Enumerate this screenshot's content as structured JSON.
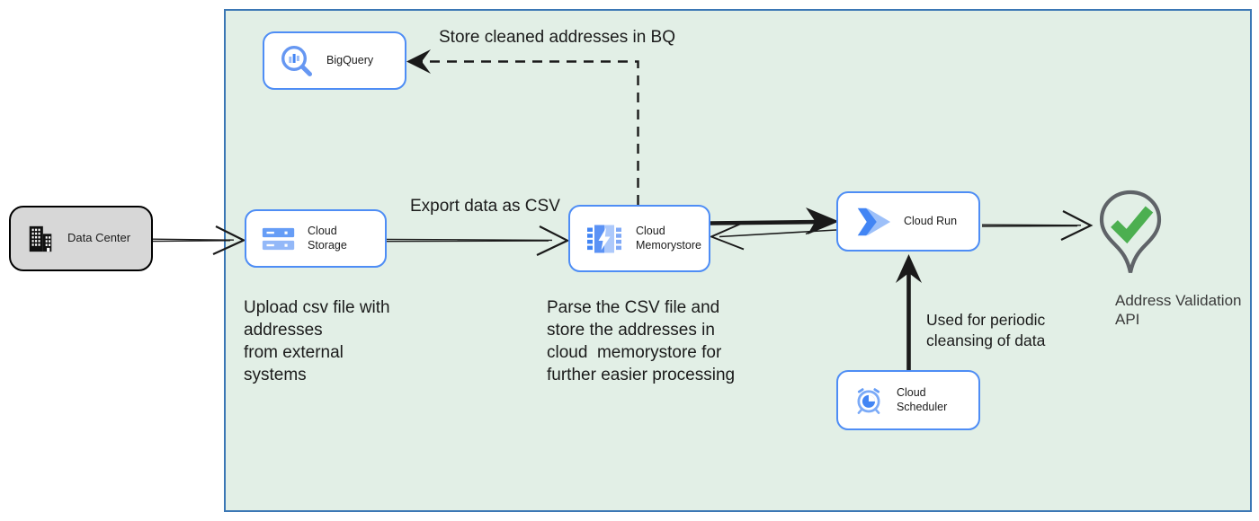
{
  "diagram": {
    "nodes": {
      "data_center": {
        "label": "Data Center"
      },
      "bigquery": {
        "label": "BigQuery"
      },
      "cloud_storage": {
        "label": "Cloud Storage"
      },
      "cloud_memorystore": {
        "label": "Cloud\nMemorystore"
      },
      "cloud_run": {
        "label": "Cloud Run"
      },
      "cloud_scheduler": {
        "label": "Cloud Scheduler"
      },
      "address_validation_api": {
        "label": "Address Validation\nAPI"
      }
    },
    "edge_labels": {
      "store_cleaned": "Store cleaned addresses in BQ",
      "export_csv": "Export data as CSV",
      "periodic_cleansing": "Used for periodic\ncleansing of data"
    },
    "annotations": {
      "upload": "Upload csv file with\naddresses\nfrom external\nsystems",
      "parse": "Parse the CSV file and\nstore the addresses in\ncloud  memorystore for\nfurther easier processing"
    },
    "colors": {
      "node_border": "#4e8df5",
      "gcp_blue": "#4285f4",
      "gcp_blue_light": "#9dc0f9",
      "container_fill": "#e2efe6",
      "container_border": "#3b77b5",
      "check_green": "#4caf50",
      "pin_outline": "#5f6368",
      "datacenter_fill": "#d7d7d7",
      "arrow": "#1a1a1a"
    }
  }
}
